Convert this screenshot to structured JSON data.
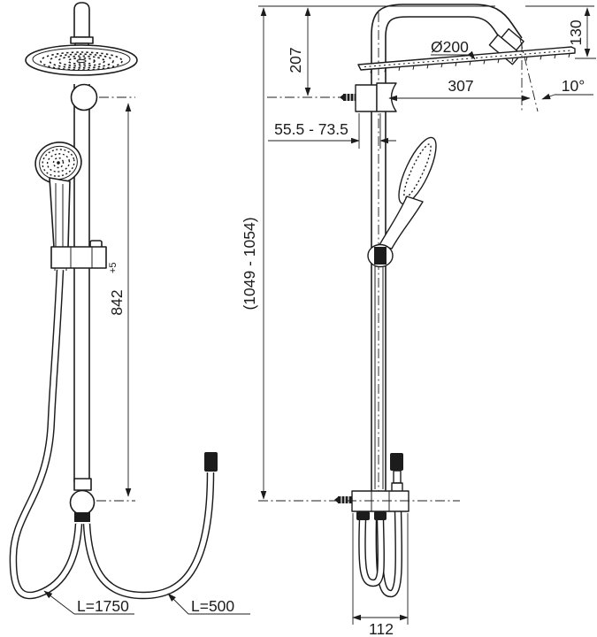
{
  "page": {
    "background": "#ffffff",
    "line_color": "#1c1c1c"
  },
  "views": {
    "front_view": "front-view",
    "side_view": "side-view"
  },
  "dimensions": {
    "overall_height": "(1049 - 1054)",
    "drop_to_bracket": "207",
    "head_drop": "130",
    "head_diameter": "Ø200",
    "arm_reach": "307",
    "head_tilt": "10°",
    "wall_distance": "55.5 - 73.5",
    "rail_length": "842",
    "rail_length_tolerance": "+5",
    "long_hose": "L=1750",
    "short_hose": "L=500",
    "outlet_spacing": "112"
  }
}
